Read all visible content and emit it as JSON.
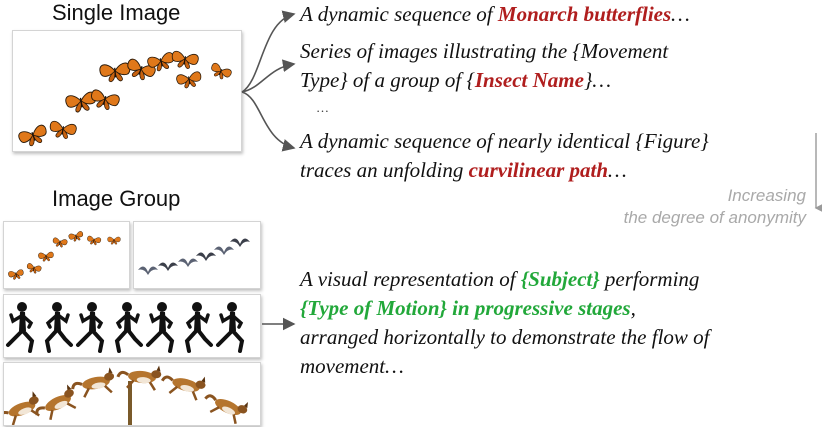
{
  "headings": {
    "single": "Single Image",
    "group": "Image Group"
  },
  "captions": {
    "c1": {
      "pre": "A dynamic sequence of ",
      "highlight": "Monarch butterflies",
      "post": "…"
    },
    "c2": {
      "line1": "Series of images illustrating the {Movement",
      "line2_pre": "Type} of a group of {",
      "line2_highlight": "Insect Name",
      "line2_post": "}…"
    },
    "ellipsis": "…",
    "c3": {
      "line1": "A dynamic sequence of nearly identical {Figure}",
      "line2_pre": "traces an unfolding ",
      "line2_highlight": "curvilinear path",
      "line2_post": "…"
    },
    "c4": {
      "line1_pre": "A visual representation of ",
      "line1_highlight": "{Subject}",
      "line1_post": " performing",
      "line2_highlight": "{Type of Motion} in progressive stages",
      "line2_post": ",",
      "line3": "arranged horizontally to demonstrate the flow of",
      "line4": "movement…"
    }
  },
  "anonymity_note": {
    "line1": "Increasing",
    "line2": "the degree of anonymity"
  },
  "colors": {
    "red_highlight": "#b01e1e",
    "green_highlight": "#22a83a",
    "note_gray": "#a9a9a9",
    "butterfly_orange": "#e0781a",
    "silhouette": "#111111"
  },
  "images": [
    {
      "name": "single-image-butterflies",
      "content": "monarch butterflies in a curved flight path"
    },
    {
      "name": "group-image-butterflies",
      "content": "monarch butterflies sequence"
    },
    {
      "name": "group-image-birds",
      "content": "birds in flight sequence"
    },
    {
      "name": "group-image-runners",
      "content": "runner silhouettes in stages"
    },
    {
      "name": "group-image-dogs",
      "content": "leaping dog sequence"
    }
  ]
}
